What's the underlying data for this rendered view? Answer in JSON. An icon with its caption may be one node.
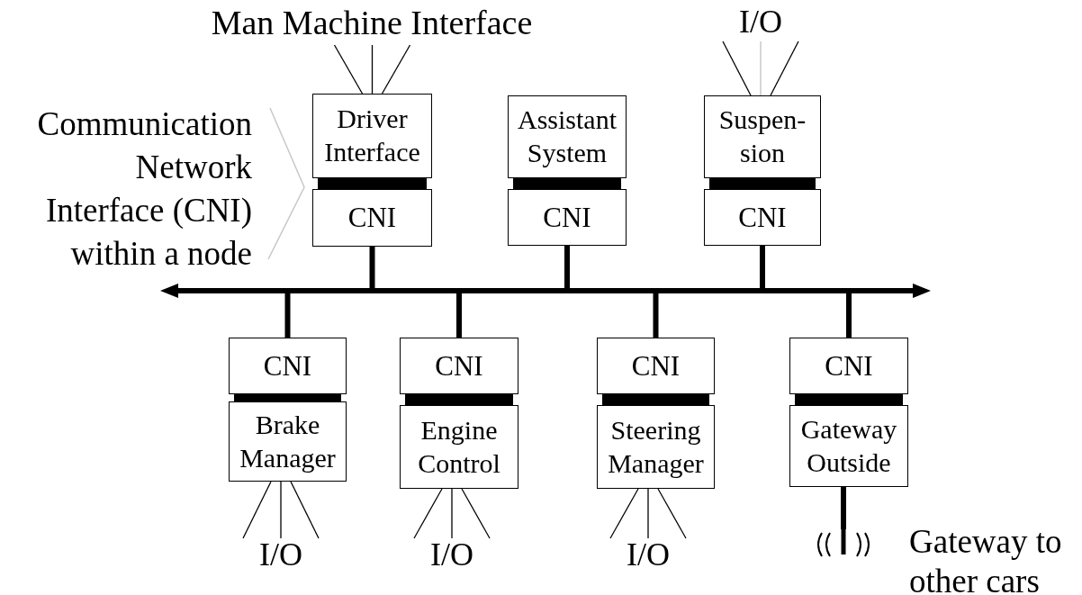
{
  "diagram": {
    "nodes": [
      {
        "text": [
          "Man Machine Interface"
        ]
      },
      {
        "text": [
          "I/O"
        ]
      },
      {
        "text": [
          "Driver Interface"
        ]
      },
      {
        "text": [
          "CNI"
        ]
      },
      {
        "text": [
          "Assistant System"
        ]
      },
      {
        "text": [
          "CNI"
        ]
      },
      {
        "text": [
          "Suspen- sion"
        ]
      },
      {
        "text": [
          "CNI"
        ]
      },
      {
        "text": [],
        "shape": "arrow"
      },
      {
        "text": [
          "CNI"
        ]
      },
      {
        "text": [
          "Brake Manager"
        ]
      },
      {
        "text": [
          "CNI"
        ]
      },
      {
        "text": [
          "Engine Control"
        ]
      },
      {
        "text": [
          "CNI"
        ]
      },
      {
        "text": [
          "Steering Manager"
        ]
      },
      {
        "text": [
          "CNI"
        ]
      },
      {
        "text": [
          "Gateway Outside"
        ]
      },
      {
        "text": [
          "I/O"
        ]
      },
      {
        "text": [
          "I/O"
        ]
      },
      {
        "text": [
          "I/O"
        ]
      },
      {
        "text": [],
        "shape": "antenna",
        "beside": [
          "Gateway to other cars"
        ]
      }
    ],
    "edges": [
      {
        "from": 0,
        "to": 2,
        "arrow": "none"
      },
      {
        "from": 0,
        "to": 2,
        "arrow": "none"
      },
      {
        "from": 0,
        "to": 2,
        "arrow": "none"
      },
      {
        "from": 1,
        "to": 6,
        "arrow": "none"
      },
      {
        "from": 1,
        "to": 6,
        "arrow": "none",
        "color": "#c0c0c0"
      },
      {
        "from": 1,
        "to": 6,
        "arrow": "none"
      },
      {
        "from": 2,
        "to": 3,
        "arrow": "none",
        "style": "thick"
      },
      {
        "from": 4,
        "to": 5,
        "arrow": "none",
        "style": "thick"
      },
      {
        "from": 6,
        "to": 7,
        "arrow": "none",
        "style": "thick"
      },
      {
        "from": 3,
        "to": 8,
        "arrow": "none",
        "style": "thick"
      },
      {
        "from": 5,
        "to": 8,
        "arrow": "none",
        "style": "thick"
      },
      {
        "from": 7,
        "to": 8,
        "arrow": "none",
        "style": "thick"
      },
      {
        "from": 9,
        "to": 8,
        "arrow": "none",
        "style": "thick"
      },
      {
        "from": 11,
        "to": 8,
        "arrow": "none",
        "style": "thick"
      },
      {
        "from": 13,
        "to": 8,
        "arrow": "none",
        "style": "thick"
      },
      {
        "from": 15,
        "to": 8,
        "arrow": "none",
        "style": "thick"
      },
      {
        "from": 9,
        "to": 10,
        "arrow": "none",
        "style": "thick"
      },
      {
        "from": 11,
        "to": 12,
        "arrow": "none",
        "style": "thick"
      },
      {
        "from": 13,
        "to": 14,
        "arrow": "none",
        "style": "thick"
      },
      {
        "from": 15,
        "to": 16,
        "arrow": "none",
        "style": "thick"
      },
      {
        "from": 10,
        "to": 17,
        "arrow": "none"
      },
      {
        "from": 10,
        "to": 17,
        "arrow": "none"
      },
      {
        "from": 10,
        "to": 17,
        "arrow": "none"
      },
      {
        "from": 12,
        "to": 18,
        "arrow": "none"
      },
      {
        "from": 12,
        "to": 18,
        "arrow": "none"
      },
      {
        "from": 12,
        "to": 18,
        "arrow": "none"
      },
      {
        "from": 14,
        "to": 19,
        "arrow": "none"
      },
      {
        "from": 14,
        "to": 19,
        "arrow": "none"
      },
      {
        "from": 14,
        "to": 19,
        "arrow": "none"
      },
      {
        "from": 16,
        "to": 20,
        "arrow": "none",
        "style": "thick"
      }
    ],
    "labels": [
      "Communication Network Interface (CNI) within a node"
    ]
  }
}
